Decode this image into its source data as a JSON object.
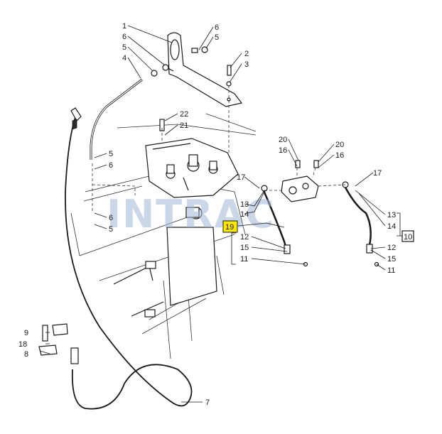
{
  "diagram": {
    "callouts": [
      {
        "id": "c1",
        "text": "1"
      },
      {
        "id": "c6a",
        "text": "6"
      },
      {
        "id": "c5a",
        "text": "5"
      },
      {
        "id": "c4",
        "text": "4"
      },
      {
        "id": "c6b",
        "text": "6"
      },
      {
        "id": "c5b",
        "text": "5"
      },
      {
        "id": "c2",
        "text": "2"
      },
      {
        "id": "c3",
        "text": "3"
      },
      {
        "id": "c22",
        "text": "22"
      },
      {
        "id": "c21",
        "text": "21"
      },
      {
        "id": "c5c",
        "text": "5"
      },
      {
        "id": "c6c",
        "text": "6"
      },
      {
        "id": "c6d",
        "text": "6"
      },
      {
        "id": "c5d",
        "text": "5"
      },
      {
        "id": "c20a",
        "text": "20"
      },
      {
        "id": "c16a",
        "text": "16"
      },
      {
        "id": "c20b",
        "text": "20"
      },
      {
        "id": "c16b",
        "text": "16"
      },
      {
        "id": "c17a",
        "text": "17"
      },
      {
        "id": "c13a",
        "text": "13"
      },
      {
        "id": "c14a",
        "text": "14"
      },
      {
        "id": "c17b",
        "text": "17"
      },
      {
        "id": "c13b",
        "text": "13"
      },
      {
        "id": "c14b",
        "text": "14"
      },
      {
        "id": "c10",
        "text": "10"
      },
      {
        "id": "c12a",
        "text": "12"
      },
      {
        "id": "c15a",
        "text": "15"
      },
      {
        "id": "c11a",
        "text": "11"
      },
      {
        "id": "c12b",
        "text": "12"
      },
      {
        "id": "c15b",
        "text": "15"
      },
      {
        "id": "c11b",
        "text": "11"
      },
      {
        "id": "c9",
        "text": "9"
      },
      {
        "id": "c18",
        "text": "18"
      },
      {
        "id": "c8",
        "text": "8"
      },
      {
        "id": "c7",
        "text": "7"
      }
    ],
    "highlight": {
      "text": "19",
      "color": "#ffe800"
    },
    "watermark": {
      "text": "INTRAC",
      "color": "#9fb7d6"
    }
  }
}
